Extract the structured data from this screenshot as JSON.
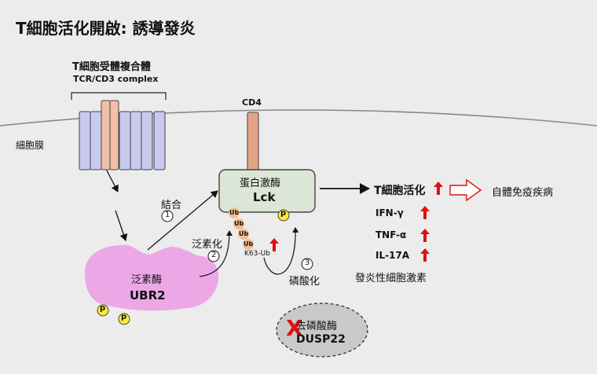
{
  "title": "T細胞活化開啟: 誘導發炎",
  "tcr": {
    "label_zh": "T細胞受體複合體",
    "label_en": "TCR/CD3 complex"
  },
  "membrane_label": "細胞膜",
  "cd4_label": "CD4",
  "lck": {
    "label_zh": "蛋白激酶",
    "label_en": "Lck"
  },
  "ubr2": {
    "label_zh": "泛素酶",
    "label_en": "UBR2"
  },
  "phospho_p": "p",
  "ub_label": "Ub",
  "k63_label": "K63-Ub",
  "steps": [
    {
      "num": "1",
      "label": "結合"
    },
    {
      "num": "2",
      "label": "泛素化"
    },
    {
      "num": "3",
      "label": "磷酸化"
    }
  ],
  "activation_label": "T細胞活化",
  "autoimmune_label": "自體免疫疾病",
  "cytokines": [
    "IFN-γ",
    "TNF-α",
    "IL-17A"
  ],
  "cytokine_group_label": "發炎性細胞激素",
  "dusp22": {
    "x_mark": "X",
    "label_zh": "去磷酸酶",
    "label_en": "DUSP22"
  },
  "colors": {
    "background": "#ececec",
    "tcr_fill": "#c9c9ef",
    "tcr_center": "#f1c0a6",
    "cd4_fill": "#e2a386",
    "lck_fill": "#dbe6d6",
    "ubr2_fill": "#eca8e6",
    "ub_fill": "#f3bd91",
    "p_fill": "#ffea3b",
    "up_arrow": "#e01010",
    "dusp22_fill": "#c9c9c9",
    "x_mark": "#e01010"
  }
}
